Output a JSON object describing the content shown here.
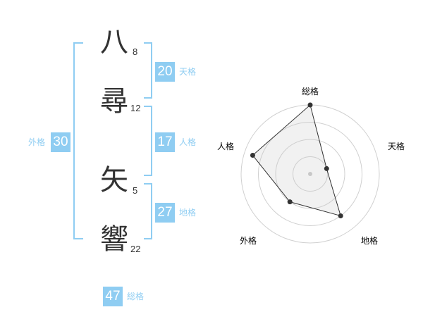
{
  "name": {
    "chars": [
      {
        "char": "八",
        "strokes": "8"
      },
      {
        "char": "尋",
        "strokes": "12"
      },
      {
        "char": "矢",
        "strokes": "5"
      },
      {
        "char": "響",
        "strokes": "22"
      }
    ]
  },
  "scores": {
    "tenkaku": {
      "value": "20",
      "label": "天格"
    },
    "jinkaku": {
      "value": "17",
      "label": "人格"
    },
    "chikaku": {
      "value": "27",
      "label": "地格"
    },
    "gaikaku": {
      "value": "30",
      "label": "外格"
    },
    "soukaku": {
      "value": "47",
      "label": "総格"
    }
  },
  "colors": {
    "accent": "#8fcdf2",
    "text": "#333333",
    "grid": "#d0d0d0"
  },
  "chart_data": {
    "type": "radar",
    "axes": [
      "総格",
      "天格",
      "地格",
      "外格",
      "人格"
    ],
    "values": [
      4,
      1,
      3,
      2,
      3.5
    ],
    "max": 4,
    "rings": 4
  }
}
